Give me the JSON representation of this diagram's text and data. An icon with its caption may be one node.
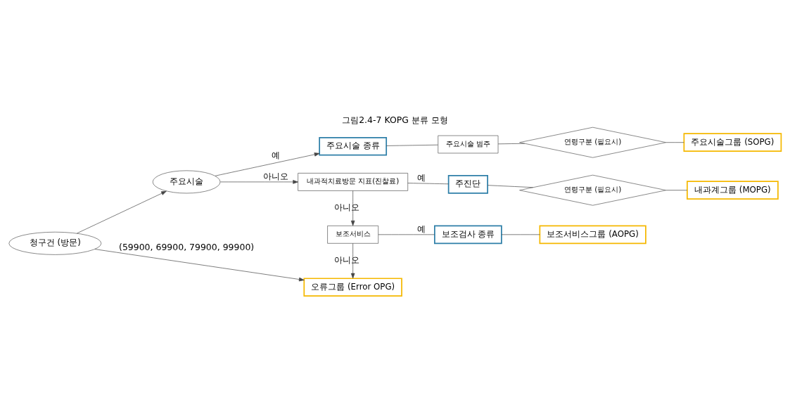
{
  "diagram": {
    "title": "그림2.4-7 KOPG 분류 모형",
    "nodes": [
      {
        "text": [
          "청구건 (방문)"
        ]
      },
      {
        "text": [
          "주요시술"
        ]
      },
      {
        "text": [
          "주요시술 종류"
        ]
      },
      {
        "text": [
          "주요시술 범주"
        ]
      },
      {
        "text": [
          "연령구분 (필요시)"
        ]
      },
      {
        "text": [
          "주요시술그룹 (SOPG)"
        ]
      },
      {
        "text": [
          "내과적치료방문 지표(진찰료)"
        ]
      },
      {
        "text": [
          "주진단"
        ]
      },
      {
        "text": [
          "연령구분 (필요시)"
        ]
      },
      {
        "text": [
          "내과계그룹 (MOPG)"
        ]
      },
      {
        "text": [
          "보조서비스"
        ]
      },
      {
        "text": [
          "보조검사 종류"
        ]
      },
      {
        "text": [
          "보조서비스그룹 (AOPG)"
        ]
      },
      {
        "text": [
          "오류그룹 (Error OPG)"
        ]
      }
    ],
    "edges": [
      {
        "from": 0,
        "to": 1,
        "arrow": "to"
      },
      {
        "from": 1,
        "to": 2,
        "arrow": "to",
        "label": "예"
      },
      {
        "from": 1,
        "to": 6,
        "arrow": "to",
        "label": "아니오"
      },
      {
        "from": 2,
        "to": 3,
        "arrow": "none"
      },
      {
        "from": 3,
        "to": 4,
        "arrow": "none"
      },
      {
        "from": 4,
        "to": 5,
        "arrow": "none"
      },
      {
        "from": 6,
        "to": 7,
        "arrow": "none",
        "label": "예"
      },
      {
        "from": 7,
        "to": 8,
        "arrow": "none"
      },
      {
        "from": 8,
        "to": 9,
        "arrow": "none"
      },
      {
        "from": 6,
        "to": 10,
        "arrow": "to",
        "label": "아니오"
      },
      {
        "from": 10,
        "to": 11,
        "arrow": "none",
        "label": "예"
      },
      {
        "from": 11,
        "to": 12,
        "arrow": "none"
      },
      {
        "from": 10,
        "to": 13,
        "arrow": "to",
        "label": "아니오"
      },
      {
        "from": 0,
        "to": 13,
        "arrow": "to",
        "label": "(59900, 69900, 79900, 99900)"
      }
    ]
  }
}
